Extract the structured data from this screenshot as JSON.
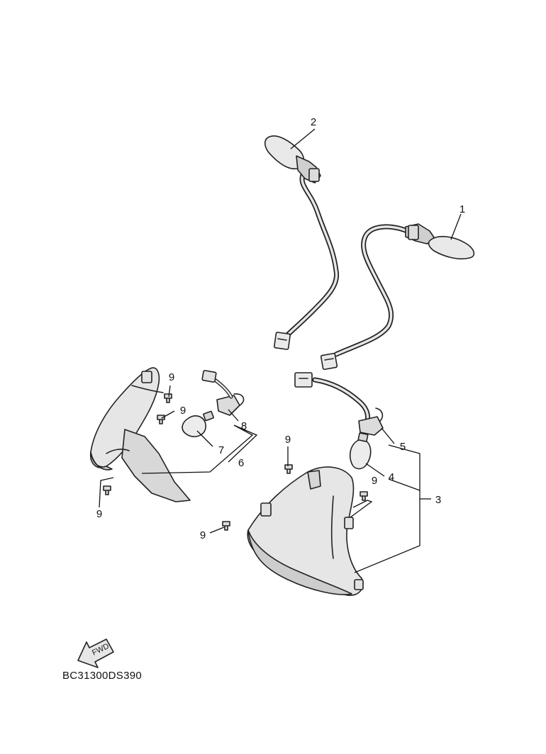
{
  "diagram_code": "BC31300DS390",
  "fwd_label": "FWD",
  "callouts": {
    "c1": "1",
    "c2": "2",
    "c3": "3",
    "c4": "4",
    "c5": "5",
    "c6": "6",
    "c7": "7",
    "c8": "8",
    "c9a": "9",
    "c9b": "9",
    "c9c": "9",
    "c9d": "9",
    "c9e": "9",
    "c9f": "9"
  },
  "colors": {
    "line": "#222222",
    "part_fill": "#e9e9e9",
    "part_shade": "#c8c8c8",
    "background": "#ffffff"
  }
}
